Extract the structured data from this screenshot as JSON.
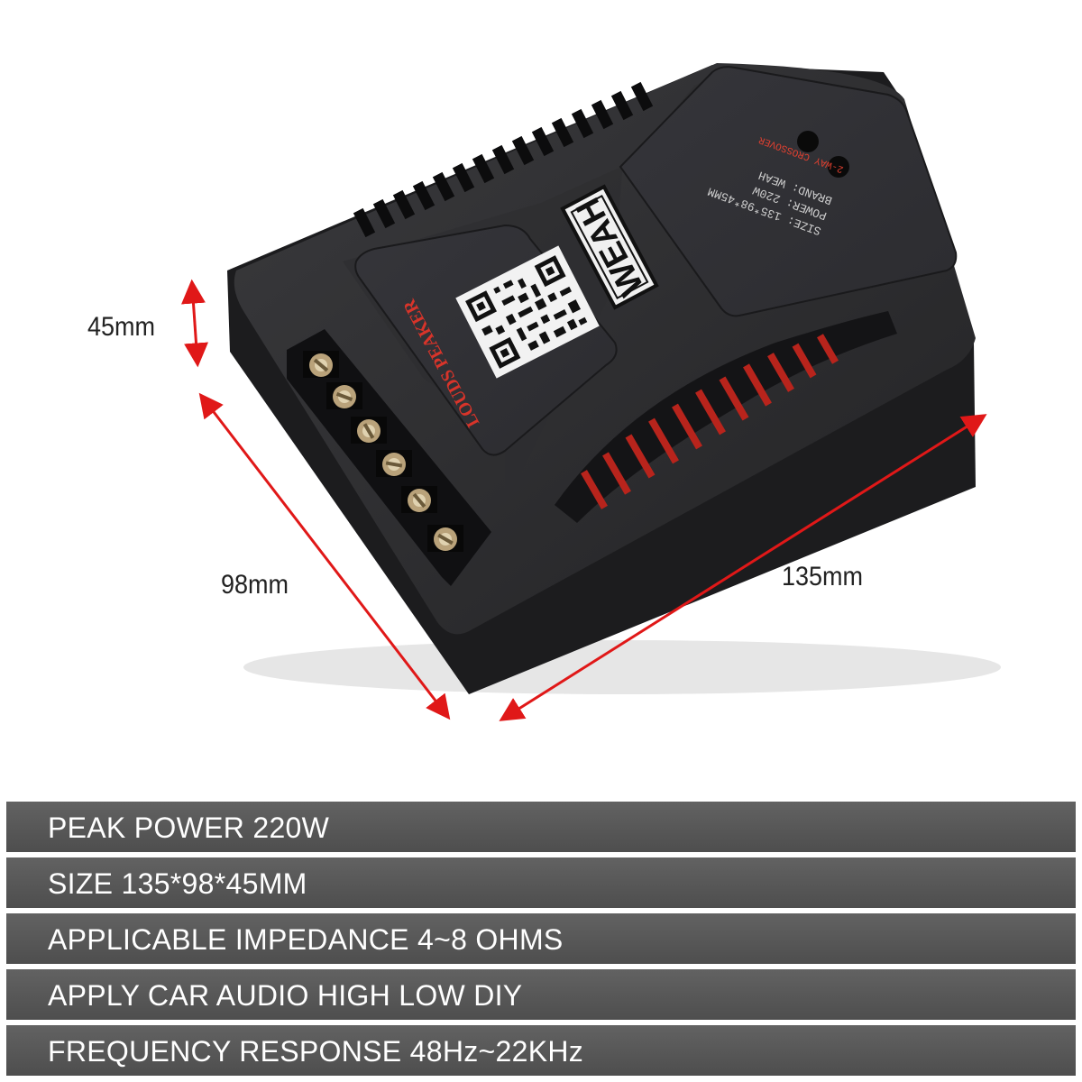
{
  "dimensions": {
    "height_label": "45mm",
    "depth_label": "98mm",
    "length_label": "135mm",
    "arrow_color": "#e01818"
  },
  "device": {
    "brand_logo": "WEAH",
    "side_label": "LOUDS PEAKER",
    "info_panel": {
      "size_line": "SIZE: 135*98*45MM",
      "power_line": "POWER: 220W",
      "brand_line": "BRAND: WEAH",
      "type_line": "2-WAY CROSSOVER"
    },
    "terminal_count": 6,
    "body_color": "#2a2a2c",
    "coil_color": "#c8281e"
  },
  "specs": [
    "PEAK POWER 220W",
    "SIZE 135*98*45MM",
    "APPLICABLE IMPEDANCE 4~8 OHMS",
    "APPLY CAR AUDIO HIGH LOW DIY",
    "FREQUENCY RESPONSE 48Hz~22KHz"
  ]
}
